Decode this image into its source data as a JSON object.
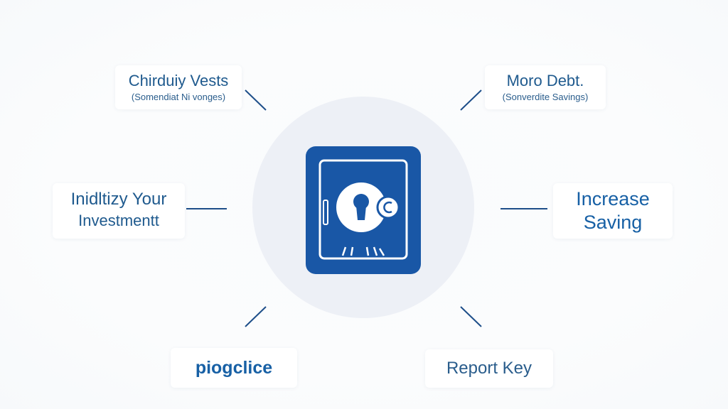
{
  "diagram": {
    "colors": {
      "primary": "#1957a6",
      "text": "#1f5a8e",
      "connector": "#1d4e89",
      "circle": "#edf0f6"
    },
    "center": {
      "icon": "vault-safe-icon"
    },
    "nodes": {
      "top_left": {
        "title": "Chirduiy Vests",
        "subtitle": "(Somendiat Ni vonges)"
      },
      "top_right": {
        "title": "Moro Debt.",
        "subtitle": "(Sonverdite Savings)"
      },
      "middle_left": {
        "line1": "Inidltizy Your",
        "line2": "Investmentt"
      },
      "middle_right": {
        "line1": "Increase",
        "line2": "Saving"
      },
      "bottom_left": {
        "title": "piogclice"
      },
      "bottom_right": {
        "title": "Report Key"
      }
    }
  }
}
